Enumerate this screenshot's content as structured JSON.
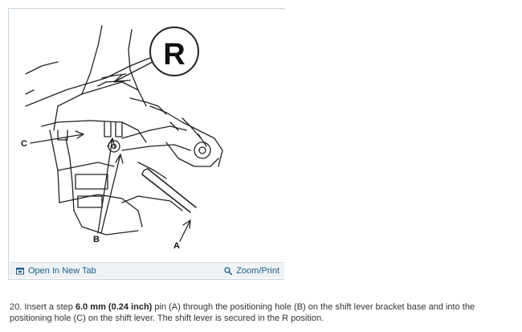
{
  "figure": {
    "callout_letter": "R",
    "labels": {
      "a": "A",
      "b": "B",
      "c": "C"
    }
  },
  "toolbar": {
    "open_new_tab": "Open In New Tab",
    "zoom_print": "Zoom/Print",
    "open_icon": "new-tab-icon",
    "zoom_icon": "magnifier-icon"
  },
  "step": {
    "number": "20.",
    "text_1": " Insert a step ",
    "bold_1": "6.0 mm (0.24 inch)",
    "text_2": " pin (A) through the positioning hole (B) on the shift lever bracket base and into the positioning hole (C) on the shift lever. The shift lever is secured in the R position."
  },
  "colors": {
    "link": "#1f5f8b",
    "toolbar_bg": "#eef2f5",
    "frame_border": "#c9d3dc"
  }
}
